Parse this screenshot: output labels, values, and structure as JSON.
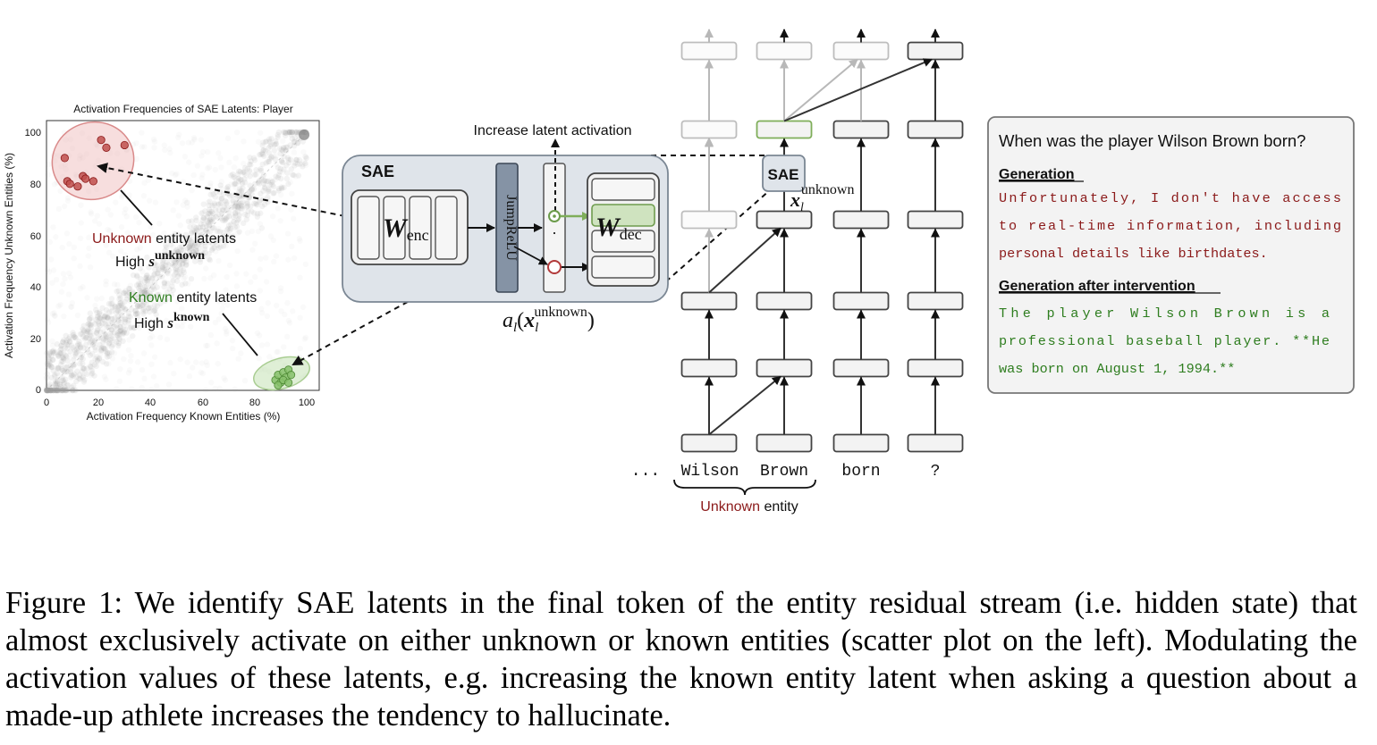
{
  "scatter": {
    "title": "Activation Frequencies of SAE Latents: Player",
    "xlabel": "Activation Frequency Known Entities (%)",
    "ylabel": "Activation Frequency Unknown Entities (%)",
    "x_ticks": [
      "0",
      "20",
      "40",
      "60",
      "80",
      "100"
    ],
    "y_ticks": [
      "0",
      "20",
      "40",
      "60",
      "80",
      "100"
    ],
    "unknown_label_colored": "Unknown",
    "unknown_label_rest": " entity latents",
    "unknown_high": "High ",
    "unknown_s": "s",
    "unknown_sup": "unknown",
    "known_label_colored": "Known",
    "known_label_rest": " entity latents",
    "known_high": "High ",
    "known_s": "s",
    "known_sup": "known",
    "colors": {
      "unknown": "#8b1a1a",
      "known": "#2e7d1f",
      "points": "#9a9a9a"
    }
  },
  "chart_data": {
    "type": "scatter",
    "title": "Activation Frequencies of SAE Latents: Player",
    "xlabel": "Activation Frequency Known Entities (%)",
    "ylabel": "Activation Frequency Unknown Entities (%)",
    "xlim": [
      0,
      100
    ],
    "ylim": [
      0,
      100
    ],
    "series": [
      {
        "name": "Unknown",
        "x": [
          7,
          8,
          9,
          12,
          14,
          15,
          18,
          21,
          23,
          30
        ],
        "y": [
          90,
          81,
          80,
          79,
          83,
          82,
          81,
          97,
          94,
          95
        ]
      },
      {
        "name": "Known",
        "x": [
          88,
          89,
          90,
          91,
          92,
          93,
          94,
          89,
          91,
          93
        ],
        "y": [
          4,
          6,
          3,
          7,
          5,
          8,
          6,
          2,
          4,
          3
        ]
      }
    ]
  },
  "sae": {
    "label": "SAE",
    "increase_label": "Increase latent activation",
    "w_enc_main": "W",
    "w_enc_sub": "enc",
    "w_dec_main": "W",
    "w_dec_sub": "dec",
    "jumprelu": "JumpReLU",
    "dots": "·",
    "activation_a": "a",
    "activation_l": "l",
    "activation_open": "(",
    "activation_x": "x",
    "activation_xl": "l",
    "activation_sup": "unknown",
    "activation_close": ")",
    "small_label": "SAE",
    "small_x": "x",
    "small_xl": "l",
    "small_sup": "unknown"
  },
  "tokens": {
    "ellipsis": "...",
    "items": [
      "Wilson",
      "Brown",
      "born",
      "?"
    ],
    "entity_colored": "Unknown",
    "entity_rest": " entity"
  },
  "panel": {
    "question": "When was the player Wilson Brown born?",
    "generation_title": "Generation",
    "generation_lines": [
      "Unfortunately, I don't have access",
      "to real-time information, including",
      "personal details like birthdates."
    ],
    "after_title": "Generation after intervention",
    "after_lines": [
      "The player Wilson Brown is a",
      "professional baseball player. **He",
      "was born on August 1, 1994.**"
    ],
    "colors": {
      "generation": "#8b1a1a",
      "after": "#2e7d1f"
    }
  },
  "caption": "Figure 1: We identify SAE latents in the final token of the entity residual stream (i.e. hidden state) that almost exclusively activate on either unknown or known entities (scatter plot on the left). Modulating the activation values of these latents, e.g. increasing the known entity latent when asking a question about a made-up athlete increases the tendency to hallucinate."
}
